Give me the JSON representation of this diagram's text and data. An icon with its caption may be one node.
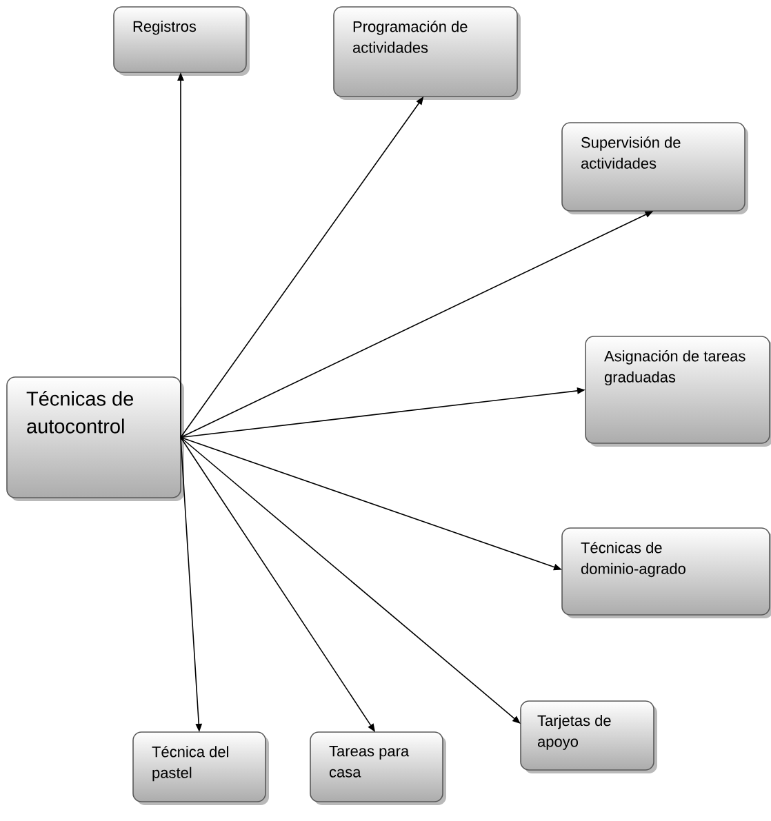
{
  "diagram": {
    "nodes": [
      {
        "text": [
          "Técnicas de autocontrol"
        ]
      },
      {
        "text": [
          "Registros"
        ]
      },
      {
        "text": [
          "Programación de actividades"
        ]
      },
      {
        "text": [
          "Supervisión de actividades"
        ]
      },
      {
        "text": [
          "Asignación de tareas graduadas"
        ]
      },
      {
        "text": [
          "Técnicas de dominio-agrado"
        ]
      },
      {
        "text": [
          "Tarjetas de apoyo"
        ]
      },
      {
        "text": [
          "Técnica del pastel"
        ]
      },
      {
        "text": [
          "Tareas para casa"
        ]
      }
    ],
    "edges": [
      {
        "from": 0,
        "to": 1,
        "arrow": "to"
      },
      {
        "from": 0,
        "to": 2,
        "arrow": "to"
      },
      {
        "from": 0,
        "to": 3,
        "arrow": "to"
      },
      {
        "from": 0,
        "to": 4,
        "arrow": "to"
      },
      {
        "from": 0,
        "to": 5,
        "arrow": "to"
      },
      {
        "from": 0,
        "to": 6,
        "arrow": "to"
      },
      {
        "from": 0,
        "to": 7,
        "arrow": "to"
      },
      {
        "from": 0,
        "to": 8,
        "arrow": "to"
      }
    ]
  }
}
